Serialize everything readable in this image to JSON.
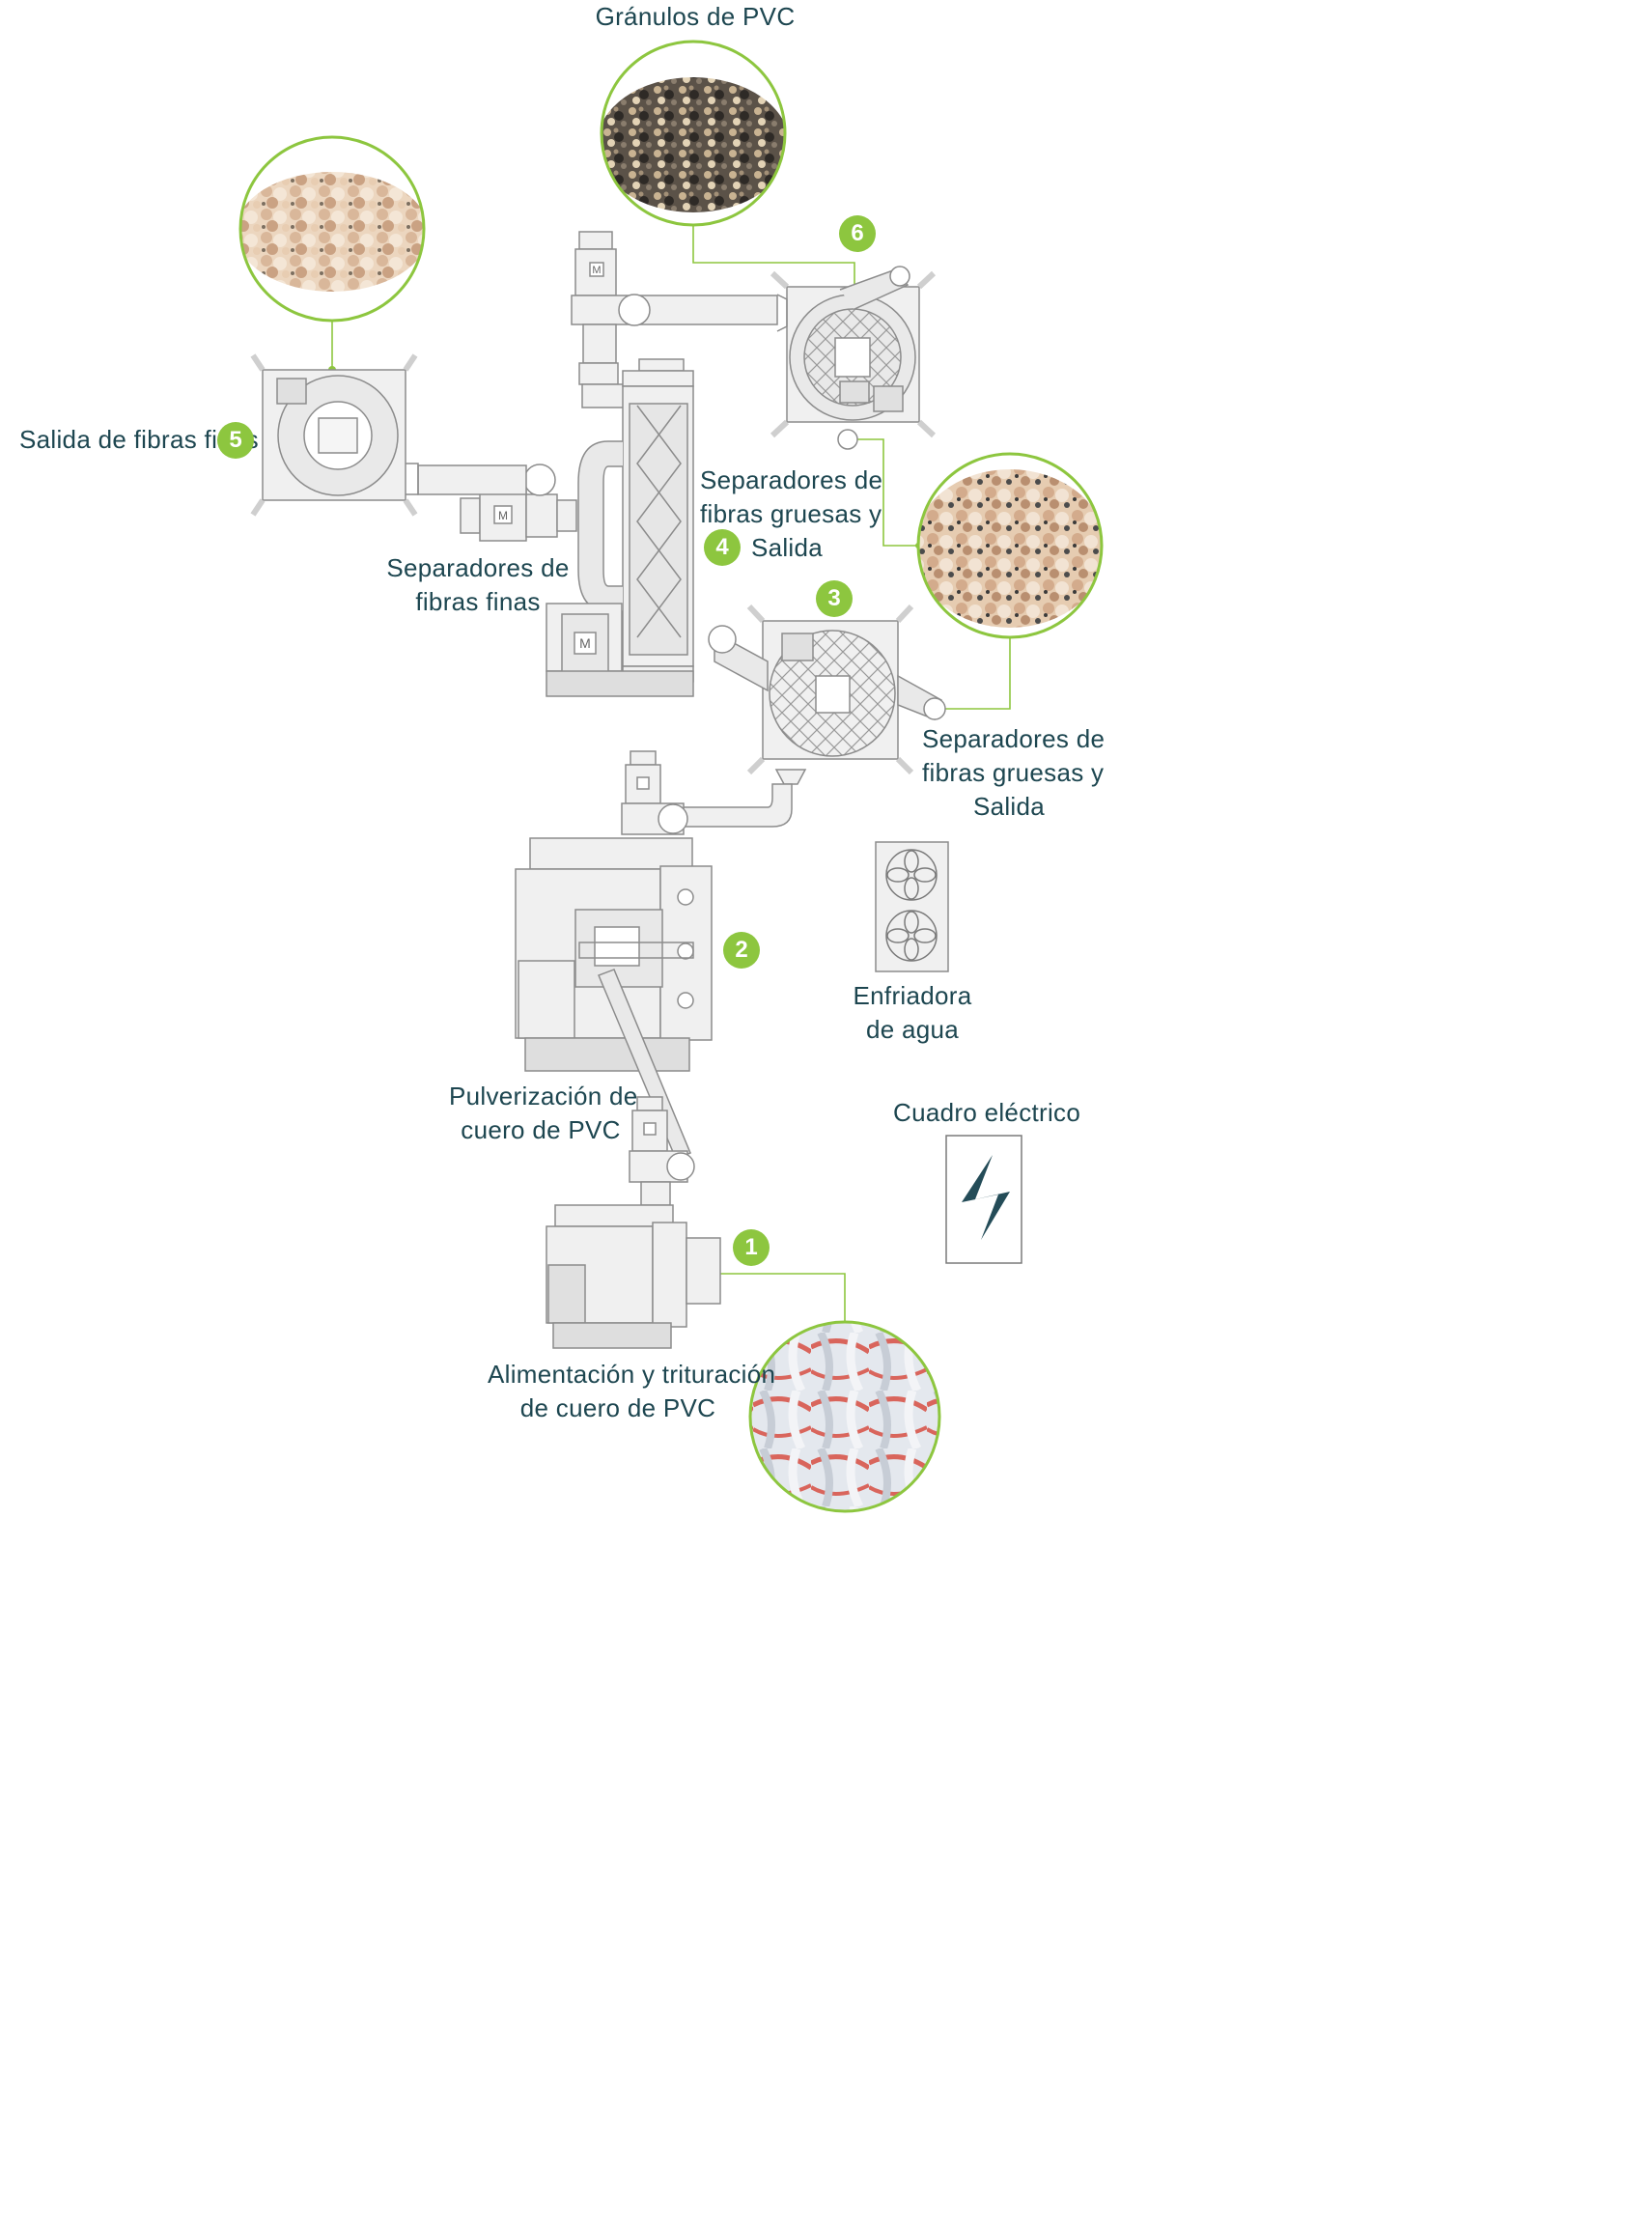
{
  "labels": {
    "granulos": "Gránulos de PVC",
    "salida_finas": "Salida de fibras finas",
    "sep_finas": [
      "Separadores de",
      "fibras finas"
    ],
    "sep_gruesas_top": [
      "Separadores de",
      "fibras gruesas y",
      "Salida"
    ],
    "sep_gruesas_right": [
      "Separadores de",
      "fibras gruesas y",
      "Salida"
    ],
    "enfriadora": [
      "Enfriadora",
      "de agua"
    ],
    "pulverizacion": [
      "Pulverización de",
      "cuero de PVC"
    ],
    "cuadro": "Cuadro eléctrico",
    "alimentacion": [
      "Alimentación y trituración",
      "de cuero de PVC"
    ]
  },
  "badges": [
    "1",
    "2",
    "3",
    "4",
    "5",
    "6"
  ],
  "colors": {
    "accent": "#8dc63f",
    "text": "#1d4650",
    "machine_fill": "#f0f0f0",
    "machine_stroke": "#8c8c8c",
    "pvc_strip": "#d9655c"
  },
  "icons": [
    "motor-M-icon",
    "fan-icon",
    "lightning-icon"
  ]
}
